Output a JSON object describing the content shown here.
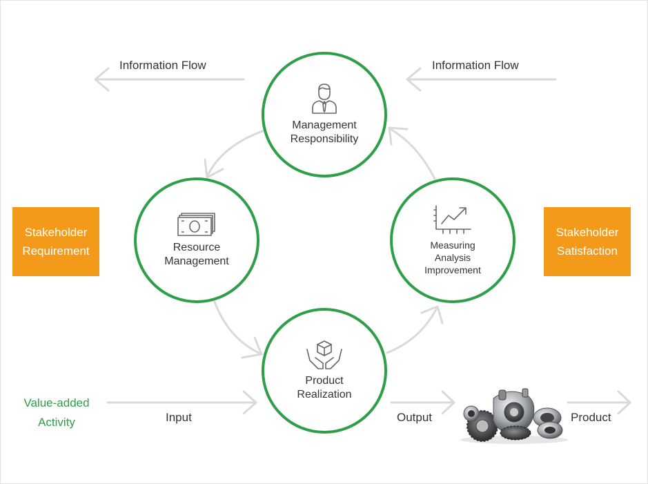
{
  "diagram": {
    "info_flow_left": "Information Flow",
    "info_flow_right": "Information Flow",
    "nodes": {
      "management": {
        "line1": "Management",
        "line2": "Responsibility",
        "icon": "person-tie-icon"
      },
      "resource": {
        "line1": "Resource",
        "line2": "Management",
        "icon": "money-icon"
      },
      "product": {
        "line1": "Product",
        "line2": "Realization",
        "icon": "box-hands-icon"
      },
      "measuring": {
        "line1": "Measuring",
        "line2": "Analysis",
        "line3": "Improvement",
        "icon": "line-chart-icon"
      }
    },
    "stakeholder_requirement": {
      "line1": "Stakeholder",
      "line2": "Requirement"
    },
    "stakeholder_satisfaction": {
      "line1": "Stakeholder",
      "line2": "Satisfaction"
    },
    "value_added": {
      "line1": "Value-added",
      "line2": "Activity"
    },
    "input_label": "Input",
    "output_label": "Output",
    "product_label": "Product"
  },
  "colors": {
    "green": "#2e9e48",
    "orange": "#f39a1b",
    "arrow_gray": "#d9d9d9",
    "text": "#333333"
  }
}
